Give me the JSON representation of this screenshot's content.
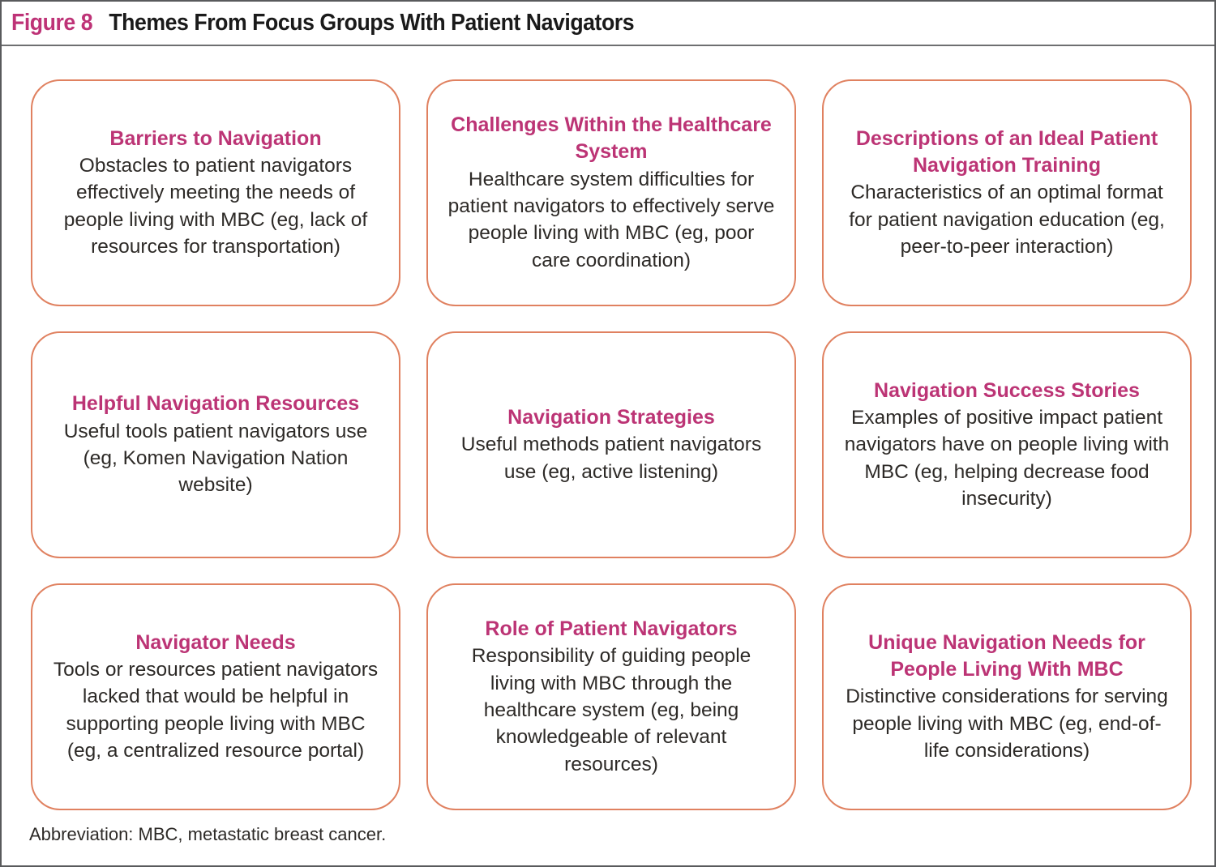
{
  "figure": {
    "label": "Figure 8",
    "title": "Themes From Focus Groups With Patient Navigators",
    "footnote": "Abbreviation: MBC, metastatic breast cancer."
  },
  "colors": {
    "heading_magenta": "#BC3475",
    "figure_label_magenta": "#BE3377",
    "body_text": "#2D2A27",
    "box_border_salmon": "#E08160",
    "frame_border_gray": "#595A5C"
  },
  "boxes": [
    {
      "title": "Barriers to Navigation",
      "body": "Obstacles to patient navigators effectively meeting the needs of people living with MBC (eg, lack of resources for transportation)"
    },
    {
      "title": "Challenges Within the Healthcare System",
      "body": "Healthcare system difficulties for patient navigators to effectively serve people living with MBC (eg, poor care coordination)"
    },
    {
      "title": "Descriptions of an Ideal Patient Navigation Training",
      "body": "Characteristics of an optimal format for patient navigation education (eg, peer-to-peer interaction)"
    },
    {
      "title": "Helpful Navigation Resources",
      "body": "Useful tools patient navigators use (eg, Komen Navigation Nation website)"
    },
    {
      "title": "Navigation Strategies",
      "body": "Useful methods patient navigators use (eg, active listening)"
    },
    {
      "title": "Navigation Success Stories",
      "body": "Examples of positive impact patient navigators have on people living with MBC (eg, helping decrease food insecurity)"
    },
    {
      "title": "Navigator Needs",
      "body": "Tools or resources patient navigators lacked that would be helpful in supporting people living with MBC (eg, a centralized resource portal)"
    },
    {
      "title": "Role of Patient Navigators",
      "body": "Responsibility of guiding people living with MBC through the healthcare system (eg, being knowledgeable of relevant resources)"
    },
    {
      "title": "Unique Navigation Needs for People Living With MBC",
      "body": "Distinctive considerations for serving people living with MBC (eg, end-of-life considerations)"
    }
  ]
}
